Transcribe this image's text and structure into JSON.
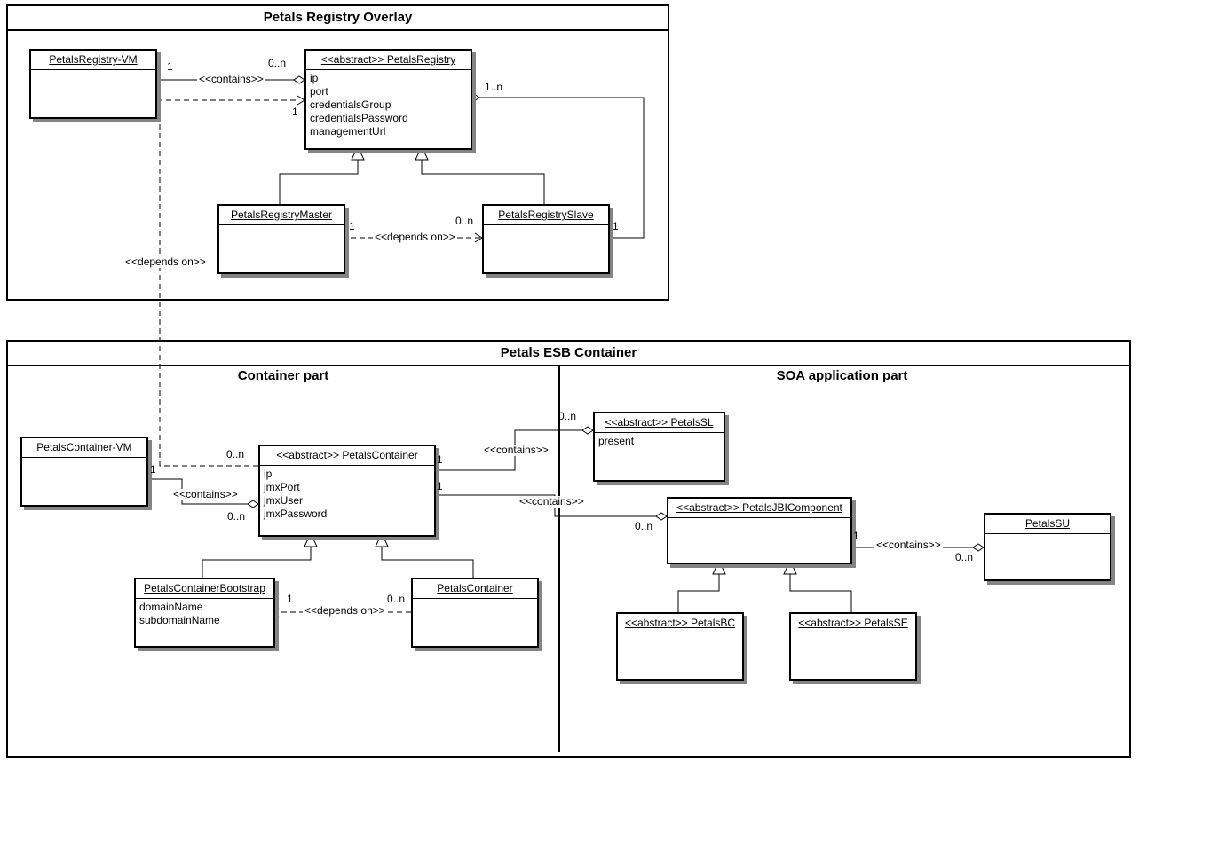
{
  "registry_package": {
    "title": "Petals Registry Overlay",
    "classes": {
      "registry_vm": {
        "name": "PetalsRegistry-VM"
      },
      "registry": {
        "name": "<<abstract>> PetalsRegistry",
        "attributes": [
          "ip",
          "port",
          "credentialsGroup",
          "credentialsPassword",
          "managementUrl"
        ]
      },
      "registry_master": {
        "name": "PetalsRegistryMaster"
      },
      "registry_slave": {
        "name": "PetalsRegistrySlave"
      }
    }
  },
  "esb_package": {
    "title": "Petals ESB Container",
    "container_part": {
      "title": "Container part",
      "classes": {
        "container_vm": {
          "name": "PetalsContainer-VM"
        },
        "container_abstract": {
          "name": "<<abstract>> PetalsContainer",
          "attributes": [
            "ip",
            "jmxPort",
            "jmxUser",
            "jmxPassword"
          ]
        },
        "bootstrap": {
          "name": "PetalsContainerBootstrap",
          "attributes": [
            "domainName",
            "subdomainName"
          ]
        },
        "container": {
          "name": "PetalsContainer"
        }
      }
    },
    "soa_part": {
      "title": "SOA application part",
      "classes": {
        "sl": {
          "name": "<<abstract>> PetalsSL",
          "attributes": [
            "present"
          ]
        },
        "jbi_component": {
          "name": "<<abstract>> PetalsJBIComponent"
        },
        "su": {
          "name": "PetalsSU"
        },
        "bc": {
          "name": "<<abstract>> PetalsBC"
        },
        "se": {
          "name": "<<abstract>> PetalsSE"
        }
      }
    }
  },
  "relations": {
    "registry_vm_contains_registry": {
      "label": "<<contains>>",
      "end_vm": "1",
      "end_registry": "0..n"
    },
    "registry_aggregates_slave": {
      "end_registry": "1..n",
      "end_slave": "1"
    },
    "master_depends_on_slave": {
      "label": "<<depends on>>",
      "end_master": "1",
      "end_slave": "0..n"
    },
    "container_depends_on_registry": {
      "label": "<<depends on>>",
      "end_registry": "1",
      "end_container": "0..n"
    },
    "container_vm_contains_container": {
      "label": "<<contains>>",
      "end_vm": "1",
      "end_container": "0..n"
    },
    "container_depends_on_bootstrap": {
      "label": "<<depends on>>",
      "end_bootstrap": "1",
      "end_container": "0..n"
    },
    "container_contains_sl": {
      "label": "<<contains>>",
      "end_container": "1",
      "end_sl": "0..n"
    },
    "container_contains_jbi": {
      "label": "<<contains>>",
      "end_container": "1",
      "end_jbi": "0..n"
    },
    "jbi_contains_su": {
      "label": "<<contains>>",
      "end_jbi": "1",
      "end_su": "0..n"
    }
  }
}
